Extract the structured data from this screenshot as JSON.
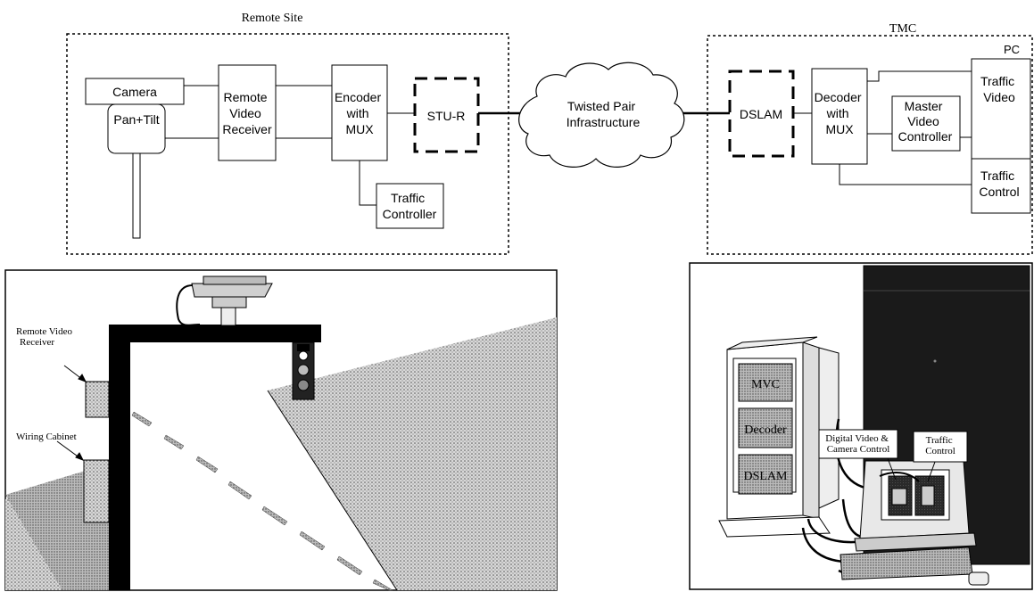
{
  "remote_site": {
    "title": "Remote Site",
    "camera": "Camera",
    "pan_tilt": "Pan+Tilt",
    "receiver": [
      "Remote",
      "Video",
      "Receiver"
    ],
    "encoder": [
      "Encoder",
      "with",
      "MUX"
    ],
    "stu": "STU-R",
    "traffic_controller": [
      "Traffic",
      "Controller"
    ]
  },
  "network": {
    "cloud": [
      "Twisted Pair",
      "Infrastructure"
    ]
  },
  "tmc": {
    "title": "TMC",
    "pc": "PC",
    "dslam": "DSLAM",
    "decoder": [
      "Decoder",
      "with",
      "MUX"
    ],
    "master": [
      "Master",
      "Video",
      "Controller"
    ],
    "traffic_video": [
      "Traffic",
      "Video"
    ],
    "traffic_control": [
      "Traffic",
      "Control"
    ]
  },
  "field_scene": {
    "receiver_label": [
      "Remote Video",
      "Receiver"
    ],
    "cabinet_label": "Wiring Cabinet"
  },
  "tmc_scene": {
    "rack": [
      "MVC",
      "Decoder",
      "DSLAM"
    ],
    "digital_video": [
      "Digital Video &",
      "Camera Control"
    ],
    "traffic_control": [
      "Traffic",
      "Control"
    ]
  }
}
